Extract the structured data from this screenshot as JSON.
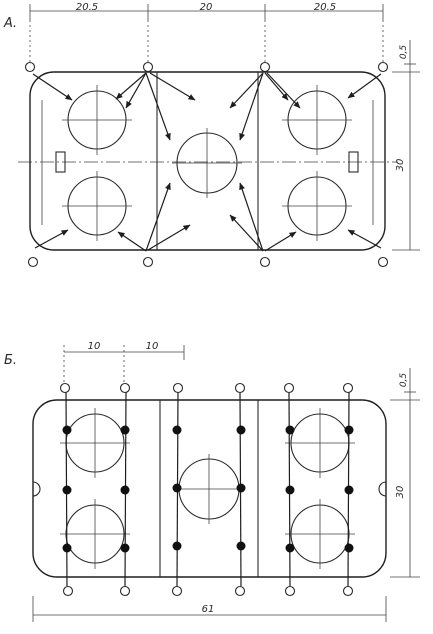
{
  "diagram_a": {
    "label": "А.",
    "dims_top": [
      "20.5",
      "20",
      "20.5"
    ],
    "dim_gap": "0,5",
    "dim_height": "30"
  },
  "diagram_b": {
    "label": "Б.",
    "dims_top": [
      "10",
      "10"
    ],
    "dim_gap": "0,5",
    "dim_height": "30",
    "dim_width": "61"
  }
}
